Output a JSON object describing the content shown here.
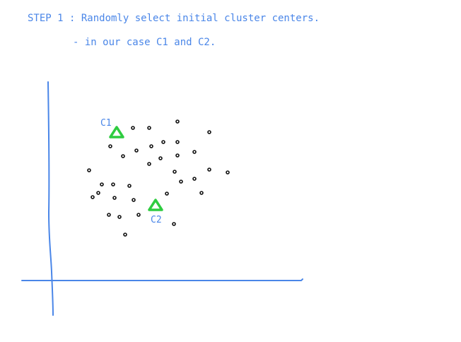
{
  "notes": {
    "line1": "STEP 1 : Randomly select initial cluster centers.",
    "line2": "- in our case C1 and C2."
  },
  "centers": [
    {
      "label": "C1",
      "color": "#2ecc40"
    },
    {
      "label": "C2",
      "color": "#2ecc40"
    }
  ],
  "colors": {
    "ink": "#4a86e8",
    "points": "#111111",
    "centers": "#2ecc40"
  }
}
